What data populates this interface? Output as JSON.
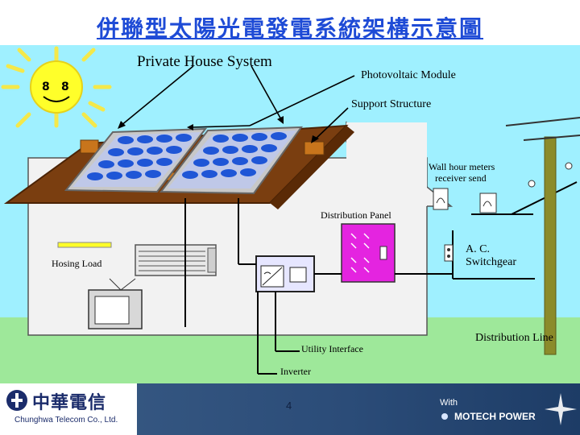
{
  "title": "併聯型太陽光電發電系統架構示意圖",
  "labels": {
    "private_house_system": "Private House System",
    "photovoltaic_module": "Photovoltaic Module",
    "support_structure": "Support Structure",
    "wall_hour_meters": "Wall hour meters",
    "receiver_send": "receiver  send",
    "distribution_panel": "Distribution Panel",
    "ac": "A. C.",
    "switchgear": "Switchgear",
    "housing_load": "Hosing Load",
    "distribution_line": "Distribution Line",
    "utility_interface": "Utility Interface",
    "inverter": "Inverter"
  },
  "footer": {
    "company_name": "中華電信",
    "company_en": "Chunghwa Telecom Co., Ltd.",
    "page_number": "4",
    "with": "With",
    "partner": "MOTECH POWER"
  },
  "colors": {
    "title": "#1e4bd6",
    "sky": "#9ff0ff",
    "ground": "#9ee89a",
    "roof": "#7a3e10",
    "panel": "#1f56d6",
    "distribution_panel": "#e424e0",
    "pole": "#8b8b2a",
    "footer_bg": "#2b4c78"
  },
  "icons": [
    "sun-icon",
    "air-conditioner-icon",
    "tv-icon",
    "lamp-icon",
    "meter-icon",
    "switch-icon",
    "inverter-icon",
    "utility-pole-icon",
    "chunghwa-logo-icon",
    "star-icon"
  ]
}
